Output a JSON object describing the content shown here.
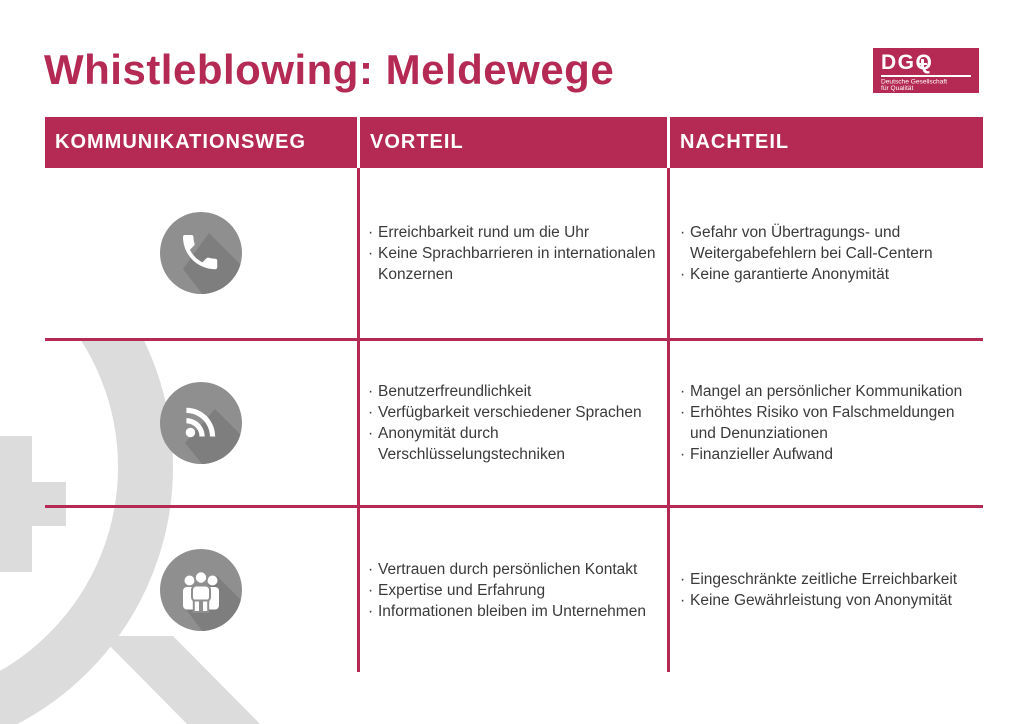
{
  "page_title": "Whistleblowing: Meldewege",
  "logo": {
    "acronym": "DGQ",
    "subtitle_line1": "Deutsche Gesellschaft",
    "subtitle_line2": "für Qualität"
  },
  "list_bullet": "·",
  "colors": {
    "brand": "#b42a55",
    "icon-gray": "#8f8f8f",
    "icon-shadow": "#7e7e7e",
    "watermark-gray": "#dcdcdc",
    "body-text": "#3a3a3a"
  },
  "table": {
    "headers": {
      "channel": "KOMMUNIKATIONSWEG",
      "advantage": "VORTEIL",
      "disadvantage": "NACHTEIL"
    },
    "rows": [
      {
        "icon": "phone-icon",
        "advantages": [
          "Erreichbarkeit rund um die Uhr",
          "Keine Sprachbarrieren in internationalen Konzernen"
        ],
        "disadvantages": [
          "Gefahr von Übertragungs- und Weitergabefehlern bei Call-Centern",
          "Keine garantierte Anonymität"
        ]
      },
      {
        "icon": "rss-icon",
        "advantages": [
          "Benutzerfreundlichkeit",
          "Verfügbarkeit verschiedener Sprachen",
          "Anonymität durch Verschlüsselungstechniken"
        ],
        "disadvantages": [
          "Mangel an persönlicher Kommunikation",
          "Erhöhtes Risiko von Falschmeldungen und Denunziationen",
          "Finanzieller Aufwand"
        ]
      },
      {
        "icon": "people-icon",
        "advantages": [
          "Vertrauen durch persönlichen Kontakt",
          "Expertise und Erfahrung",
          "Informationen bleiben im Unternehmen"
        ],
        "disadvantages": [
          "Eingeschränkte zeitliche Erreichbarkeit",
          "Keine Gewährleistung von Anonymität"
        ]
      }
    ]
  }
}
